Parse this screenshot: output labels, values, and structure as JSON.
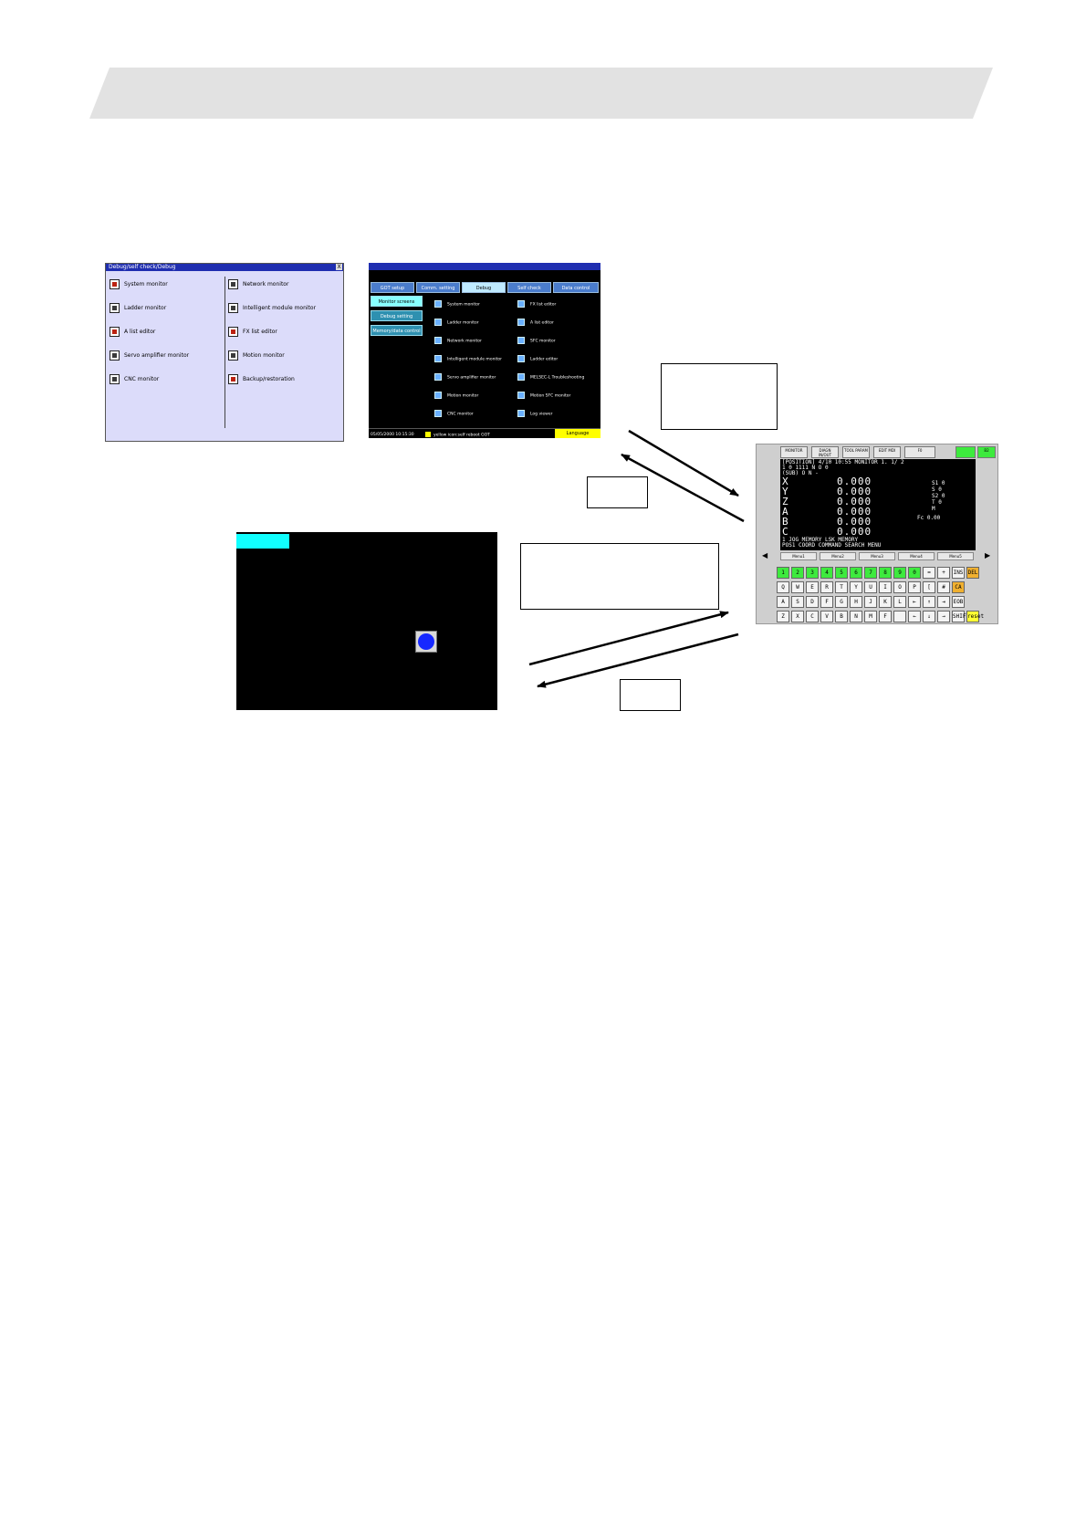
{
  "header": {
    "banner_color": "#e2e2e2"
  },
  "screen_debug": {
    "title": "Debug/self check/Debug",
    "close_label": "X",
    "left_items": [
      "System monitor",
      "Ladder monitor",
      "A list editor",
      "Servo amplifier monitor",
      "CNC monitor"
    ],
    "right_items": [
      "Network monitor",
      "Intelligent module monitor",
      "FX list editor",
      "Motion monitor",
      "Backup/restoration"
    ]
  },
  "screen_utility": {
    "tabs": [
      "GOT setup",
      "Comm. setting",
      "Debug",
      "Self check",
      "Data control"
    ],
    "active_tab": "Debug",
    "side_items": [
      "Monitor screens",
      "Debug setting",
      "Memory/data control"
    ],
    "left_items": [
      "System monitor",
      "Ladder monitor",
      "Network monitor",
      "Intelligent module monitor",
      "Servo amplifier monitor",
      "Motion monitor",
      "CNC monitor"
    ],
    "right_items": [
      "FX list editor",
      "A list editor",
      "SFC monitor",
      "Ladder editor",
      "MELSEC-L Troubleshooting",
      "Motion SFC monitor",
      "Log viewer"
    ],
    "clock": "05/05/2000 10:15:30",
    "message": "yellow icon:self reboot GOT",
    "language": "Language"
  },
  "screen_cnc": {
    "func_keys": [
      "MONITOR",
      "DIAGN IN/OUT",
      "TOOL PARAM",
      "EDIT MDI",
      "F0",
      "",
      "B2"
    ],
    "top_lines": [
      "[POSITION]  4/10 10:55   MONITOR 1. 1/ 2",
      "  1      0      1111 N    O   0",
      "(SUB) O            N     -"
    ],
    "axes": [
      "X",
      "Y",
      "Z",
      "A",
      "B",
      "C"
    ],
    "values": [
      "0.000",
      "0.000",
      "0.000",
      "0.000",
      "0.000",
      "0.000"
    ],
    "right_labels": [
      "S1    0",
      "S     0",
      "S2    0",
      "T     0",
      "M",
      "Fc   0.00"
    ],
    "bottom_lines": [
      "1 JOG              MEMORY  LSK         MEMORY",
      "POS1     COORD   COMMAND  SEARCH     MENU"
    ],
    "menus": [
      "Menu1",
      "Menu2",
      "Menu3",
      "Menu4",
      "Menu5"
    ],
    "arrow_left": "◀",
    "arrow_right": "▶",
    "keyrows": [
      [
        "1",
        "2",
        "3",
        "4",
        "5",
        "6",
        "7",
        "8",
        "9",
        "0",
        "=",
        "+",
        "INS",
        "DEL"
      ],
      [
        "Q",
        "W",
        "E",
        "R",
        "T",
        "Y",
        "U",
        "I",
        "O",
        "P",
        "[",
        "#",
        "CA"
      ],
      [
        "A",
        "S",
        "D",
        "F",
        "G",
        "H",
        "J",
        "K",
        "L",
        "⇤",
        "↑",
        "⇥",
        "EOB"
      ],
      [
        "Z",
        "X",
        "C",
        "V",
        "B",
        "N",
        "M",
        "F",
        "",
        "←",
        "↓",
        "→",
        "SHIFT",
        "reset"
      ]
    ]
  }
}
